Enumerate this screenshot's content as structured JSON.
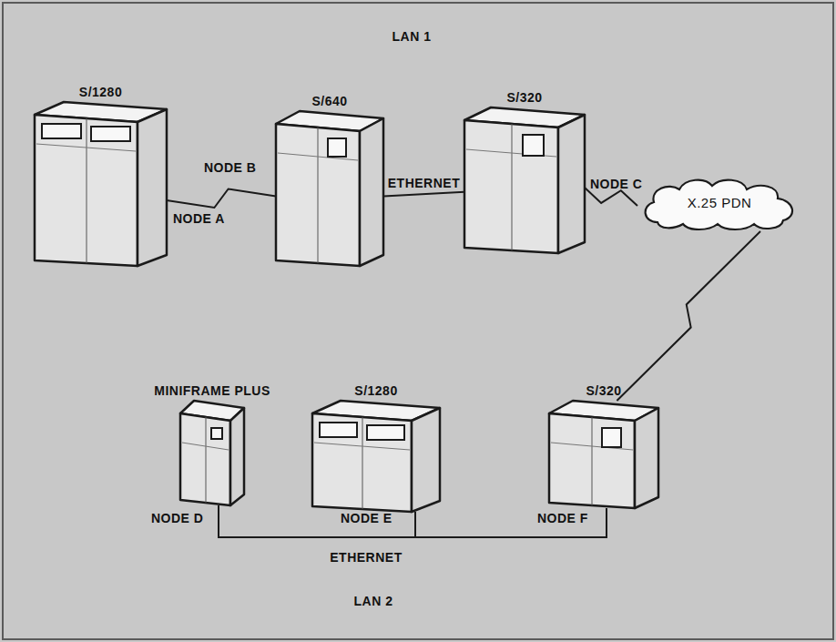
{
  "diagram": {
    "nodes": [
      {
        "text": [
          "S/1280",
          "NODE A"
        ]
      },
      {
        "text": [
          "S/640",
          "NODE B"
        ]
      },
      {
        "text": [
          "S/320",
          "NODE C"
        ]
      },
      {
        "text": [
          "X.25 PDN"
        ]
      },
      {
        "text": [
          "MINIFRAME PLUS",
          "NODE D"
        ]
      },
      {
        "text": [
          "S/1280",
          "NODE E"
        ]
      },
      {
        "text": [
          "S/320",
          "NODE F"
        ]
      }
    ],
    "edges": [
      {
        "from": 0,
        "to": 1,
        "arrow": "none"
      },
      {
        "from": 1,
        "to": 2,
        "label": "ETHERNET",
        "arrow": "none"
      },
      {
        "from": 2,
        "to": 3,
        "arrow": "none"
      },
      {
        "from": 3,
        "to": 6,
        "arrow": "none"
      },
      {
        "from": 4,
        "to": 5,
        "arrow": "none"
      },
      {
        "from": 5,
        "to": 6,
        "arrow": "none"
      }
    ],
    "labels": [
      "LAN 1",
      "ETHERNET",
      "LAN 2"
    ]
  }
}
